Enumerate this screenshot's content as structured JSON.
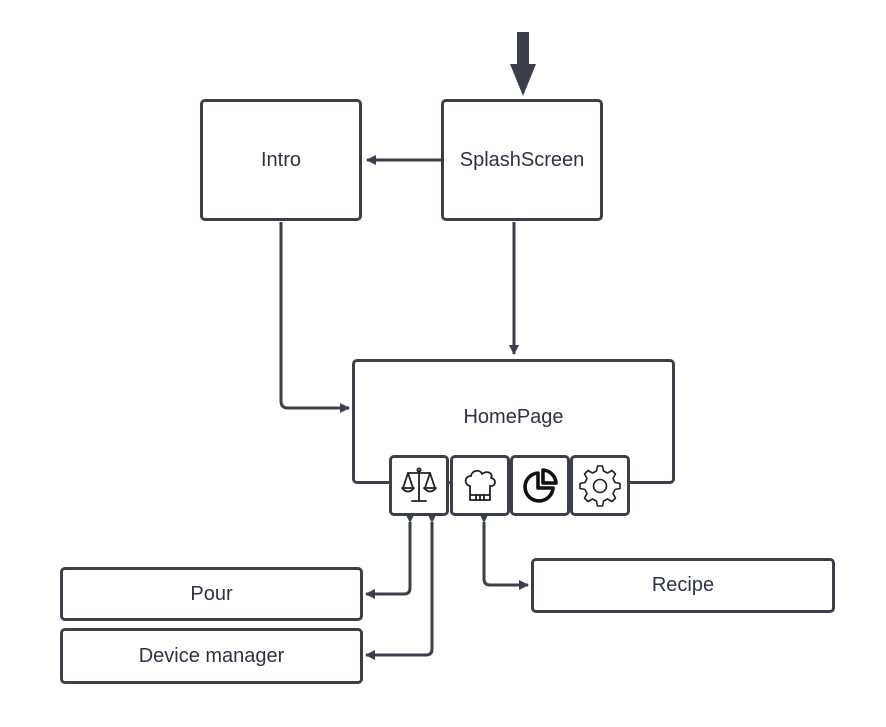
{
  "nodes": {
    "intro": "Intro",
    "splash": "SplashScreen",
    "home": "HomePage",
    "pour": "Pour",
    "device_manager": "Device manager",
    "recipe": "Recipe"
  },
  "home_tabs": [
    {
      "icon": "scale-icon"
    },
    {
      "icon": "chef-hat-icon"
    },
    {
      "icon": "pie-chart-icon"
    },
    {
      "icon": "gear-icon"
    }
  ],
  "edges": [
    {
      "from": "entry",
      "to": "splash"
    },
    {
      "from": "splash",
      "to": "intro"
    },
    {
      "from": "splash",
      "to": "home"
    },
    {
      "from": "intro",
      "to": "home"
    },
    {
      "from": "scale-tab",
      "to": "pour",
      "bidirectional": true
    },
    {
      "from": "scale-tab",
      "to": "device_manager",
      "bidirectional": true
    },
    {
      "from": "chef-hat-tab",
      "to": "recipe",
      "bidirectional": true
    }
  ],
  "colors": {
    "stroke": "#3a3f4a",
    "text": "#2d3340",
    "background": "#ffffff"
  }
}
